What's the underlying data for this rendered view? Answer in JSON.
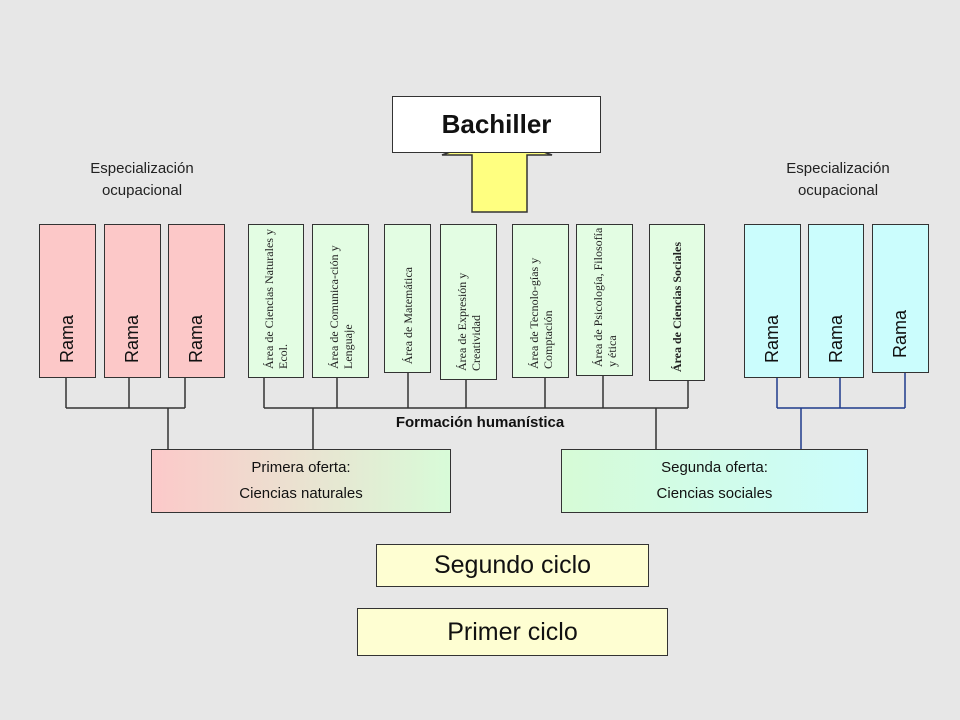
{
  "title": "Bachiller",
  "specialization_left": "Especialización ocupacional",
  "specialization_right": "Especialización ocupacional",
  "ramas_left": [
    "Rama",
    "Rama",
    "Rama"
  ],
  "areas": [
    "Área de Ciencias Naturales y Ecol.",
    "Área de Comunica-ción y Lenguaje",
    "Área de Matemática",
    "Área de Expresión y Creatividad",
    "Área de Tecnolo-gías y Comptación",
    "Área de Psicología, Filosofía y ética",
    "Área  de Ciencias Sociales"
  ],
  "ramas_right": [
    "Rama",
    "Rama",
    "Rama"
  ],
  "formacion": "Formación humanística",
  "offers": {
    "first": {
      "line1": "Primera oferta:",
      "line2": "Ciencias naturales"
    },
    "second": {
      "line1": "Segunda oferta:",
      "line2": "Ciencias sociales"
    }
  },
  "cycles": {
    "segundo": "Segundo ciclo",
    "primer": "Primer ciclo"
  },
  "colors": {
    "background": "#e7e7e7",
    "rama_left": "#fcc8c8",
    "area": "#e3fde3",
    "rama_right": "#cbfdfd",
    "arrow": "#ffff80",
    "cycle": "#fefed2",
    "right_connector": "#1f3b8c"
  }
}
